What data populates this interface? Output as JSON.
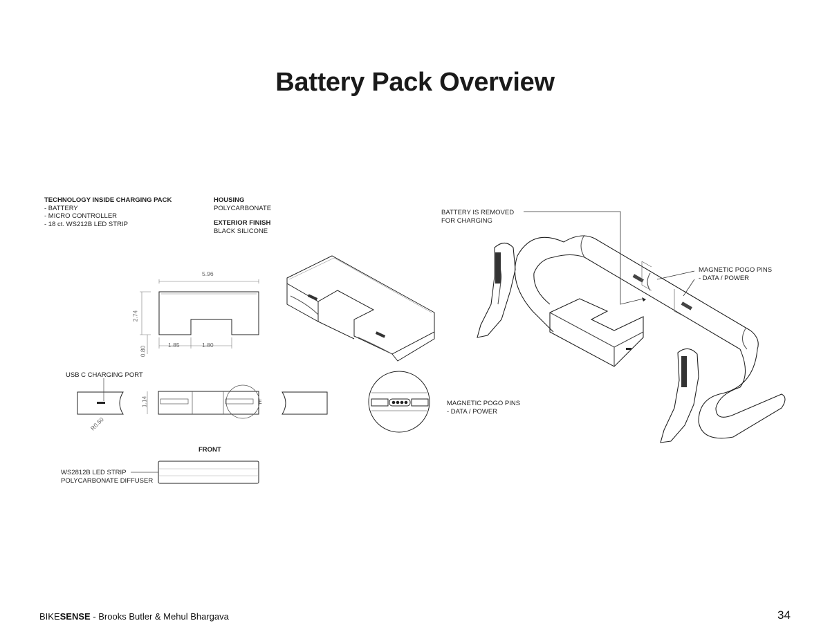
{
  "page": {
    "title": "Battery Pack Overview",
    "page_number": "34"
  },
  "footer": {
    "brand_prefix": "BIKE",
    "brand_bold": "SENSE",
    "credits": " - Brooks Butler & Mehul Bhargava"
  },
  "specs": {
    "tech_heading": "TECHNOLOGY INSIDE CHARGING PACK",
    "tech_items": [
      "- BATTERY",
      "- MICRO CONTROLLER",
      "- 18 ct. WS212B LED STRIP"
    ],
    "housing_heading": "HOUSING",
    "housing_value": "POLYCARBONATE",
    "finish_heading": "EXTERIOR FINISH",
    "finish_value": "BLACK SILICONE"
  },
  "dimensions": {
    "width": "5.96",
    "height": "2.74",
    "notch_left": "1.85",
    "notch_width": "1.80",
    "base": "0.80",
    "thickness": "1.14",
    "radius": "R0.50",
    "detail_marker": "E"
  },
  "callouts": {
    "usb": "USB C CHARGING PORT",
    "front": "FRONT",
    "led_line1": "WS2812B LED STRIP",
    "led_line2": "POLYCARBONATE DIFFUSER",
    "pogo_detail_line1": "MAGNETIC POGO PINS",
    "pogo_detail_line2": "- DATA / POWER",
    "removed_line1": "BATTERY IS REMOVED",
    "removed_line2": "FOR CHARGING",
    "pogo_bike_line1": "MAGNETIC POGO PINS",
    "pogo_bike_line2": "- DATA / POWER"
  }
}
